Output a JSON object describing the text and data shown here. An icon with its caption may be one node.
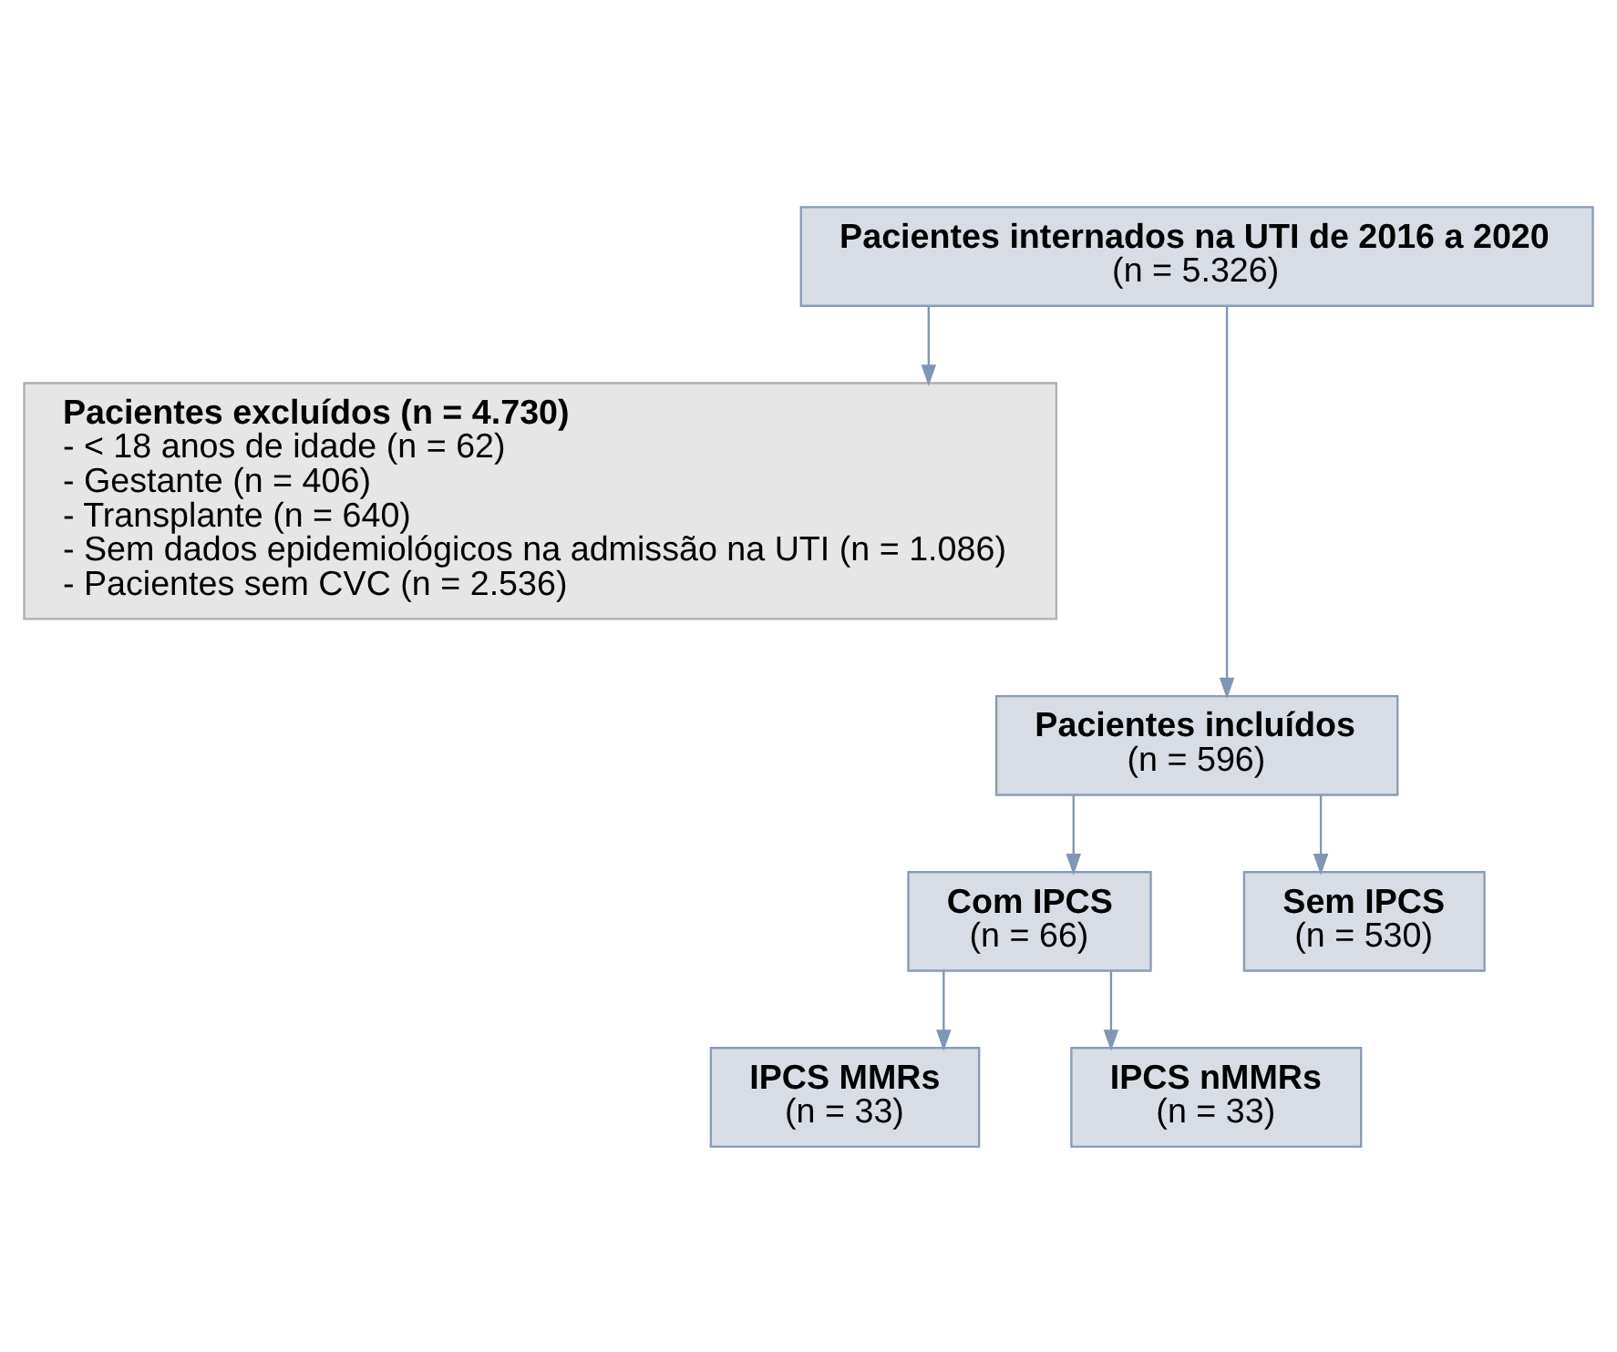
{
  "diagram": {
    "nodes": [
      {
        "text": [
          "Pacientes internados na UTI de 2016 a 2020",
          "(n = 5.326)"
        ]
      },
      {
        "text": [
          "Pacientes excluídos (n = 4.730)",
          "- < 18 anos de idade (n = 62)",
          "- Gestante (n = 406)",
          "- Transplante (n = 640)",
          "- Sem dados epidemiológicos na admissão na UTI (n = 1.086)",
          "- Pacientes sem CVC (n = 2.536)"
        ]
      },
      {
        "text": [
          "Pacientes incluídos",
          "(n = 596)"
        ]
      },
      {
        "text": [
          "Com IPCS",
          "(n = 66)"
        ]
      },
      {
        "text": [
          "Sem IPCS",
          "(n = 530)"
        ]
      },
      {
        "text": [
          "IPCS MMRs",
          "(n = 33)"
        ]
      },
      {
        "text": [
          "IPCS nMMRs",
          "(n = 33)"
        ]
      }
    ],
    "edges": [
      {
        "from": 0,
        "to": 2,
        "arrow": "to"
      },
      {
        "from": 0,
        "to": 1,
        "arrow": "to"
      },
      {
        "from": 2,
        "to": 3,
        "arrow": "to"
      },
      {
        "from": 2,
        "to": 4,
        "arrow": "to"
      },
      {
        "from": 3,
        "to": 5,
        "arrow": "to"
      },
      {
        "from": 3,
        "to": 6,
        "arrow": "to"
      }
    ]
  }
}
